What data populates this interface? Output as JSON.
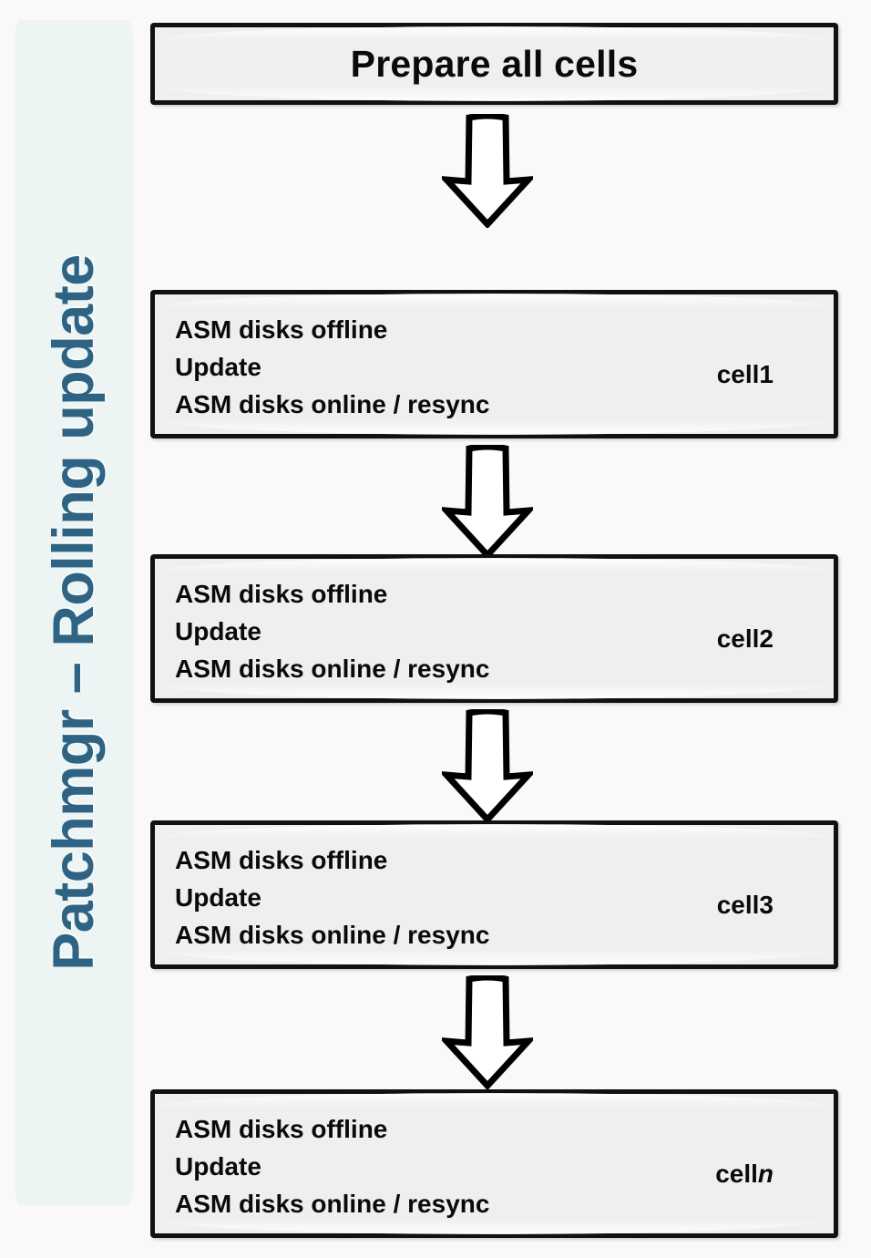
{
  "diagram": {
    "sidebar": {
      "title": "Patchmgr – Rolling update",
      "band_color": "#EDF5F4",
      "title_color": "#2E6384"
    },
    "background_color": "#FBF9F7",
    "box_fill_color": "#EFEFEF",
    "box_border_color": "#111111",
    "header_node": {
      "label": "Prepare all cells"
    },
    "arrow": {
      "name": "down-block-arrow",
      "count": 4,
      "fill": "#FFFFFF",
      "stroke": "#000000"
    },
    "cell_nodes": [
      {
        "line1": "ASM disks offline",
        "line2": "Update",
        "line3": "ASM disks online / resync",
        "tag_prefix": "cell",
        "tag_suffix": "1",
        "tag_suffix_italic": false
      },
      {
        "line1": "ASM disks offline",
        "line2": "Update",
        "line3": "ASM disks online / resync",
        "tag_prefix": "cell",
        "tag_suffix": "2",
        "tag_suffix_italic": false
      },
      {
        "line1": "ASM disks offline",
        "line2": "Update",
        "line3": "ASM disks online / resync",
        "tag_prefix": "cell",
        "tag_suffix": "3",
        "tag_suffix_italic": false
      },
      {
        "line1": "ASM disks offline",
        "line2": "Update",
        "line3": "ASM disks online / resync",
        "tag_prefix": "cell",
        "tag_suffix": "n",
        "tag_suffix_italic": true
      }
    ]
  }
}
